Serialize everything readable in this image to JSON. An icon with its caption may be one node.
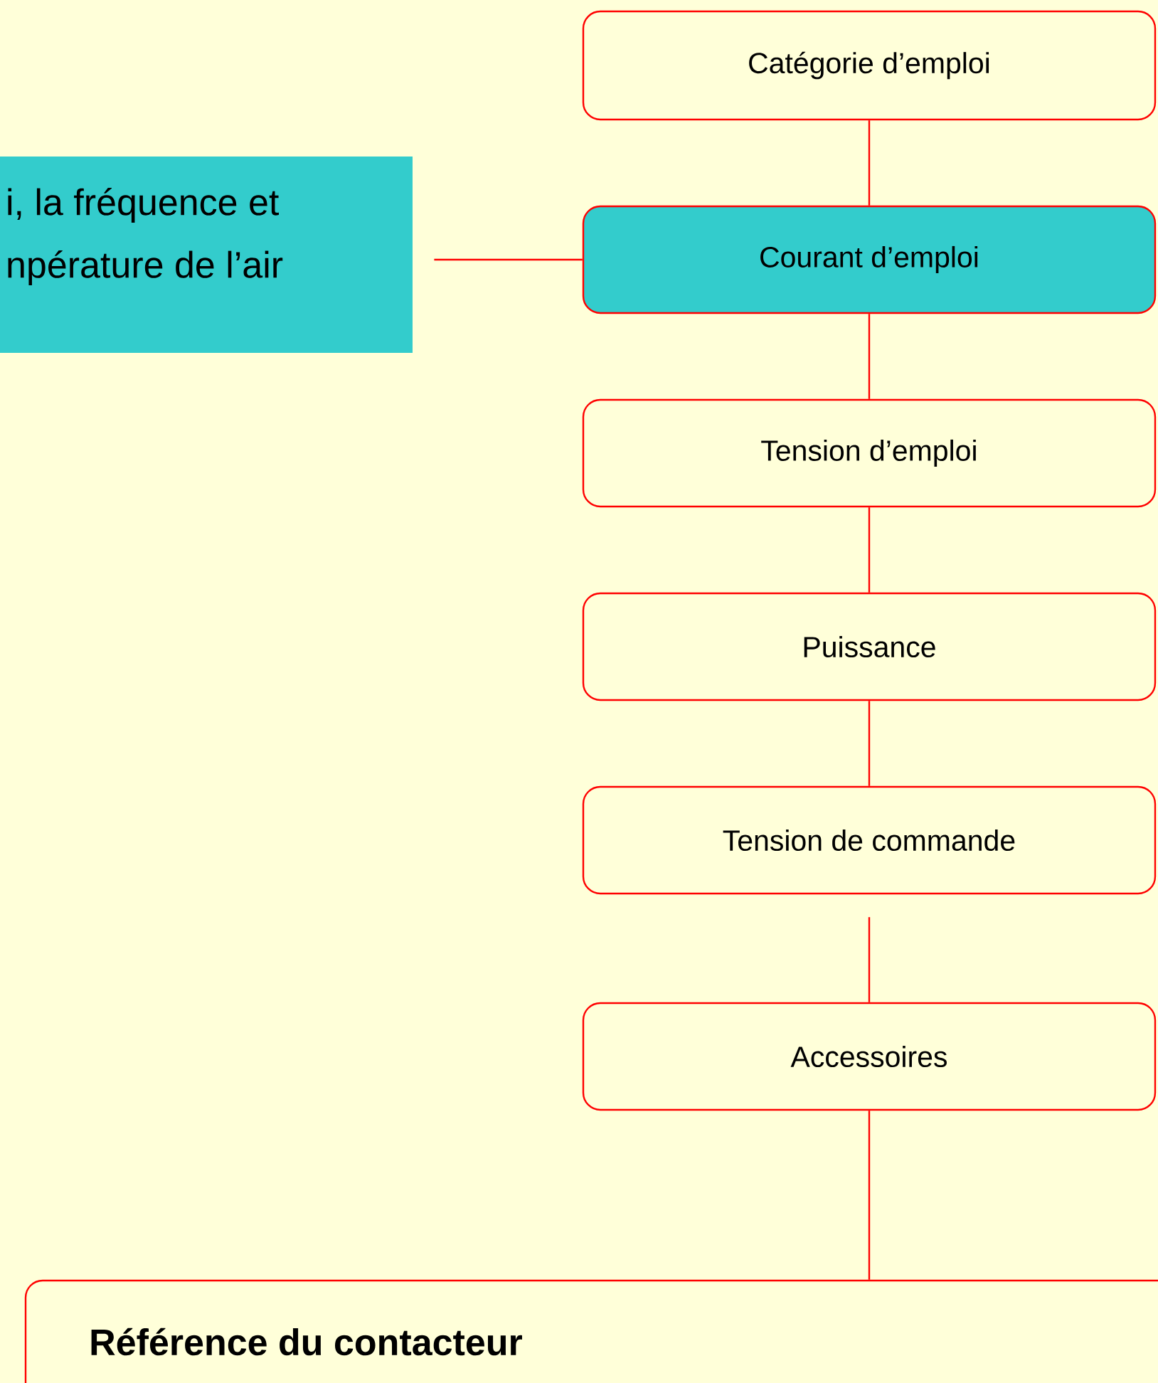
{
  "diagram": {
    "nodes": [
      {
        "text": [
          "Catégorie d’emploi"
        ]
      },
      {
        "text": [
          "i, la fréquence et npérature de l’air"
        ]
      },
      {
        "text": [
          "Courant d’emploi"
        ]
      },
      {
        "text": [
          "Tension d’emploi"
        ]
      },
      {
        "text": [
          "Puissance"
        ]
      },
      {
        "text": [
          "Tension de commande"
        ]
      },
      {
        "text": [
          "Accessoires"
        ]
      },
      {
        "text": [
          "Référence du contacteur"
        ]
      }
    ],
    "edges": [
      {
        "from": 0,
        "to": 2,
        "arrow": "none"
      },
      {
        "from": 1,
        "to": 2,
        "arrow": "none"
      },
      {
        "from": 2,
        "to": 3,
        "arrow": "none"
      },
      {
        "from": 3,
        "to": 4,
        "arrow": "none"
      },
      {
        "from": 4,
        "to": 5,
        "arrow": "none"
      },
      {
        "from": 5,
        "to": 6,
        "arrow": "none"
      },
      {
        "from": 6,
        "to": 7,
        "arrow": "none"
      }
    ]
  }
}
